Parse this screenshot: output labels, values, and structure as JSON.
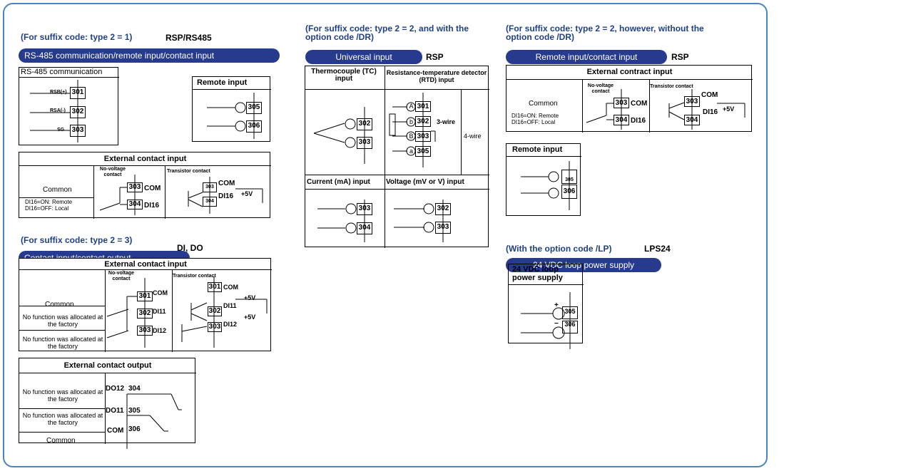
{
  "colors": {
    "frame": "#4a86c0",
    "caption": "#1f3f86",
    "pill": "#263a8e"
  },
  "left": {
    "caption1": "(For suffix code: type 2 = 1)",
    "code1": "RSP/RS485",
    "pill1": "RS-485 communication/remote input/contact input",
    "rs485": {
      "title": "RS-485 communication",
      "rows": [
        {
          "signal": "RSB(+)",
          "term": "301"
        },
        {
          "signal": "RSA(-)",
          "term": "302"
        },
        {
          "signal": "SG",
          "term": "303"
        }
      ]
    },
    "remote": {
      "title": "Remote input",
      "t1": "305",
      "t2": "306"
    },
    "eci": {
      "title": "External contact input",
      "nv": "No-voltage contact",
      "tr": "Transistor contact",
      "common": "Common",
      "di16a": "DI16=ON: Remote",
      "di16b": "DI16=OFF: Local",
      "t303": "303",
      "t304": "304",
      "com": "COM",
      "di16": "DI16",
      "v5": "+5V"
    },
    "caption2": "(For suffix code: type 2 = 3)",
    "code2": "DI, DO",
    "pill2": "Contact input/contact output",
    "eci2": {
      "title": "External contact input",
      "nv": "No-voltage contact",
      "tr": "Transistor contact",
      "common": "Common",
      "nf": "No function was allocated at the factory",
      "t301": "301",
      "t302": "302",
      "t303": "303",
      "com": "COM",
      "di11": "DI11",
      "di12": "DI12",
      "v5": "+5V"
    },
    "eco": {
      "title": "External contact output",
      "nf": "No function was allocated at the factory",
      "common": "Common",
      "do12": "DO12",
      "do11": "DO11",
      "com": "COM",
      "t304": "304",
      "t305": "305",
      "t306": "306"
    }
  },
  "mid": {
    "caption": "(For suffix code: type 2 = 2, and with the option code /DR)",
    "pill": "Universal input",
    "code": "RSP",
    "tc": "Thermocouple (TC) input",
    "rtd": "Resistance-temperature detector (RTD) input",
    "ma": "Current (mA) input",
    "mv": "Voltage (mV or V) input",
    "w3": "3-wire",
    "w4": "4-wire",
    "letters": [
      "A",
      "b",
      "B",
      "a"
    ],
    "terms": [
      "301",
      "302",
      "303",
      "304",
      "305"
    ]
  },
  "right": {
    "caption": "(For suffix code: type 2 = 2, however, without the option code /DR)",
    "pill": "Remote input/contact input",
    "code": "RSP",
    "eci": {
      "title": "External contract input",
      "nv": "No-voltage contact",
      "tr": "Transistor contact",
      "common": "Common",
      "di16a": "DI16=ON: Remote",
      "di16b": "DI16=OFF: Local",
      "t303": "303",
      "t304": "304",
      "com": "COM",
      "di16": "DI16",
      "v5": "+5V"
    },
    "remote": {
      "title": "Remote input",
      "t1": "305",
      "t2": "306"
    },
    "lp_caption": "(With the option code /LP)",
    "lp_code": "LPS24",
    "lp_pill": "24 VDC loop power supply",
    "lp_box": "24 VDC loop power supply",
    "plus": "+",
    "minus": "−",
    "t305": "305",
    "t306": "306"
  }
}
